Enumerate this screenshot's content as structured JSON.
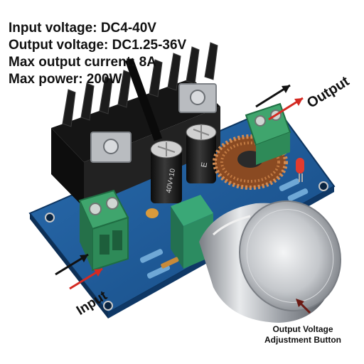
{
  "specs": {
    "input_voltage": "Input voltage: DC4-40V",
    "output_voltage": "Output voltage: DC1.25-36V",
    "max_output_current": "Max output current: 8A",
    "max_power": "Max power: 200W"
  },
  "labels": {
    "output": "Output",
    "input": "Input",
    "adjustment_line1": "Output Voltage",
    "adjustment_line2": "Adjustment Button"
  },
  "capacitor_markings": {
    "capacitor_1": "40V+10",
    "capacitor_2": "E"
  },
  "colors": {
    "pcb": "#1e5fa0",
    "heatsink": "#1b1b1b",
    "terminal": "#3fa56d",
    "inductor": "#b8683a",
    "arrow_red": "#d42a22",
    "arrow_black": "#111111"
  },
  "icons": [
    "heatsink",
    "terminal-block",
    "capacitor",
    "toroid-inductor",
    "potentiometer-knob",
    "led",
    "arrow"
  ]
}
